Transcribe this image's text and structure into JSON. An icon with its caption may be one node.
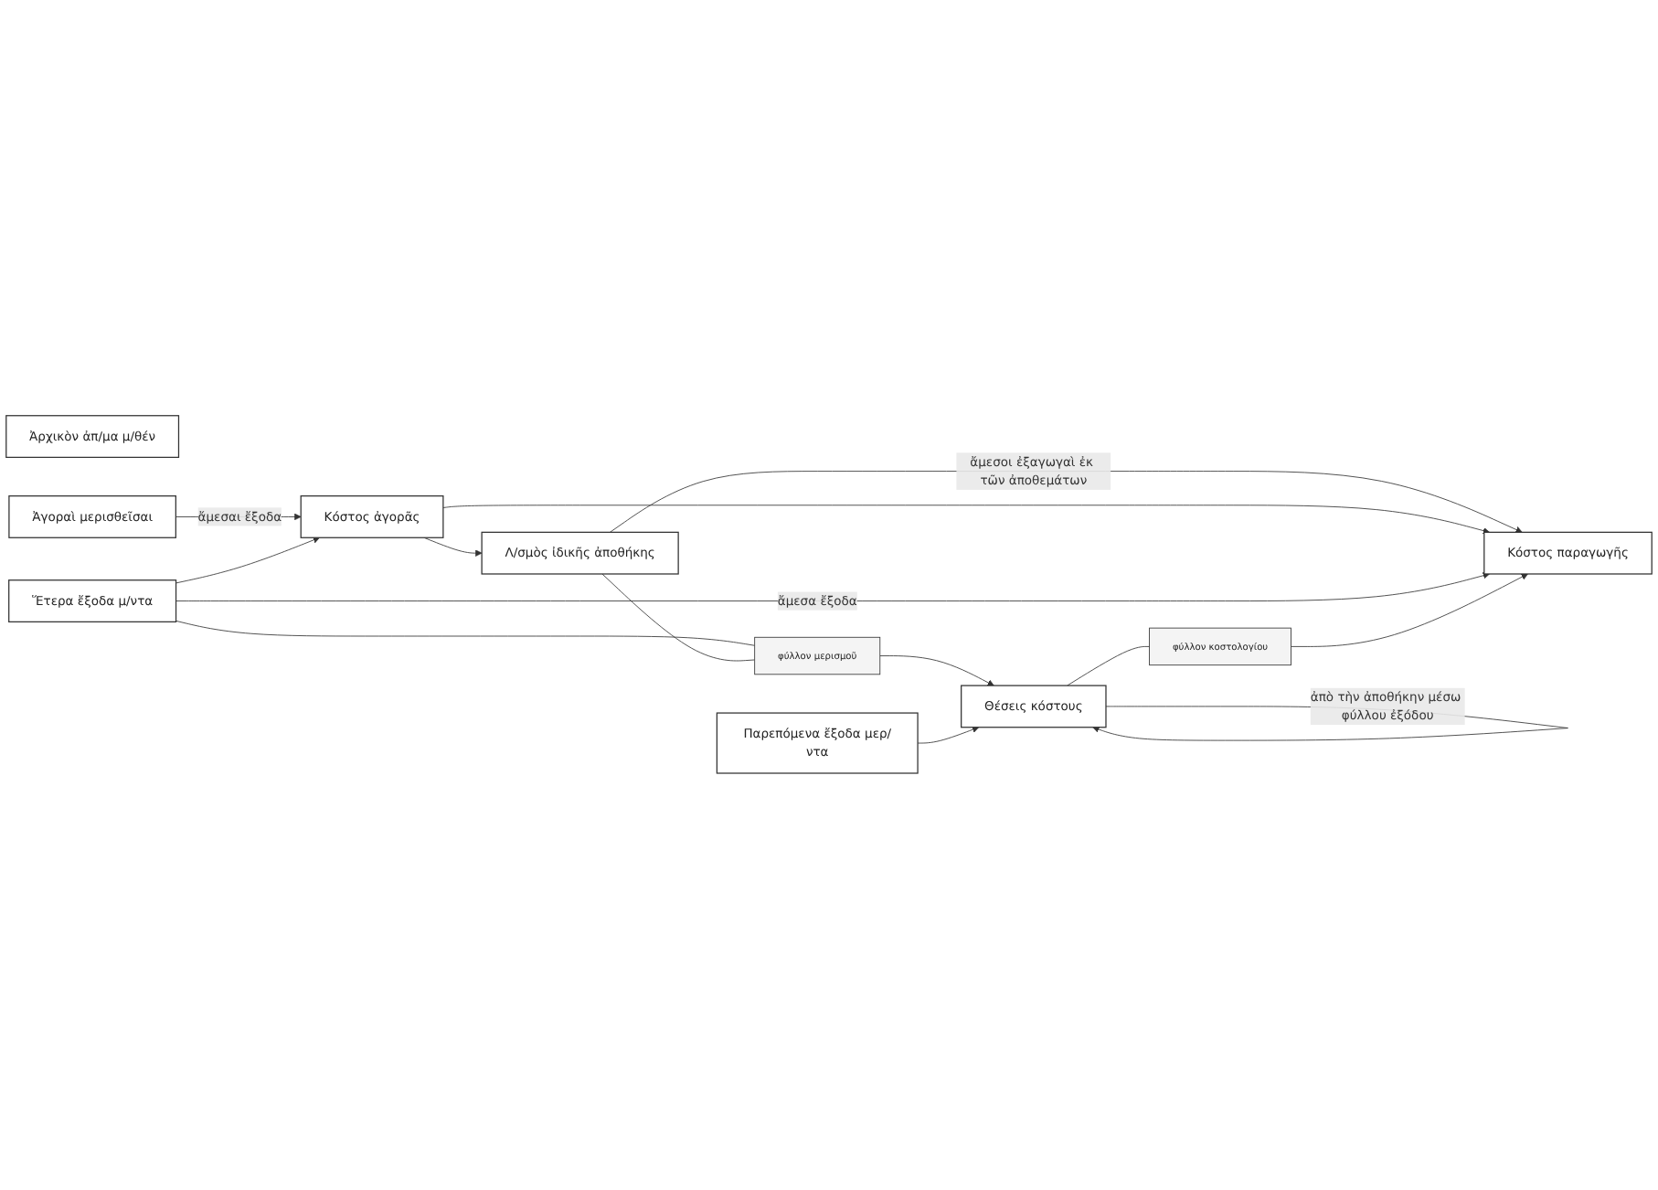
{
  "diagram": {
    "nodes": [
      {
        "text": [
          "Ἀρχικὸν ἀπ/μα μ/θέν"
        ]
      },
      {
        "text": [
          "Ἀγοραὶ μερισθεῖσαι"
        ]
      },
      {
        "text": [
          "Ἕτερα ἔξοδα μ/ντα"
        ]
      },
      {
        "text": [
          "Παρεπόμενα ἔξοδα μερ/ντα"
        ]
      },
      {
        "text": [
          "Λ/σμὸς ἰδικῆς ἀποθήκης"
        ]
      },
      {
        "text": [
          "Κόστος ἀγορᾶς"
        ]
      },
      {
        "text": [
          "φύλλον μερισμοῦ"
        ]
      },
      {
        "text": [
          "Θέσεις κόστους"
        ]
      },
      {
        "text": [
          "φύλλον κοστολογίου"
        ]
      },
      {
        "text": [
          "Κόστος παραγωγῆς"
        ]
      }
    ],
    "edges": [
      {
        "from": 1,
        "to": 5,
        "arrow": "to",
        "label": "ἄμεσαι ἔξοδα"
      },
      {
        "from": 2,
        "to": 5,
        "arrow": "to"
      },
      {
        "from": 5,
        "to": 4,
        "arrow": "to"
      },
      {
        "from": 4,
        "to": 9,
        "arrow": "to",
        "label": "ἄμεσοι ἐξαγωγαὶ ἐκ τῶν ἀποθεμάτων"
      },
      {
        "from": 5,
        "to": 9,
        "arrow": "to"
      },
      {
        "from": 2,
        "to": 9,
        "arrow": "to",
        "label": "ἄμεσα ἔξοδα"
      },
      {
        "from": 2,
        "to": 6,
        "arrow": "none"
      },
      {
        "from": 4,
        "to": 6,
        "arrow": "none"
      },
      {
        "from": 6,
        "to": 7,
        "arrow": "to"
      },
      {
        "from": 3,
        "to": 7,
        "arrow": "to"
      },
      {
        "from": 7,
        "to": 7,
        "arrow": "to",
        "label": "ἀπὸ τὴν ἀποθήκην μέσω φύλλου ἐξόδου"
      },
      {
        "from": 7,
        "to": 8,
        "arrow": "none"
      },
      {
        "from": 8,
        "to": 9,
        "arrow": "to"
      }
    ]
  }
}
